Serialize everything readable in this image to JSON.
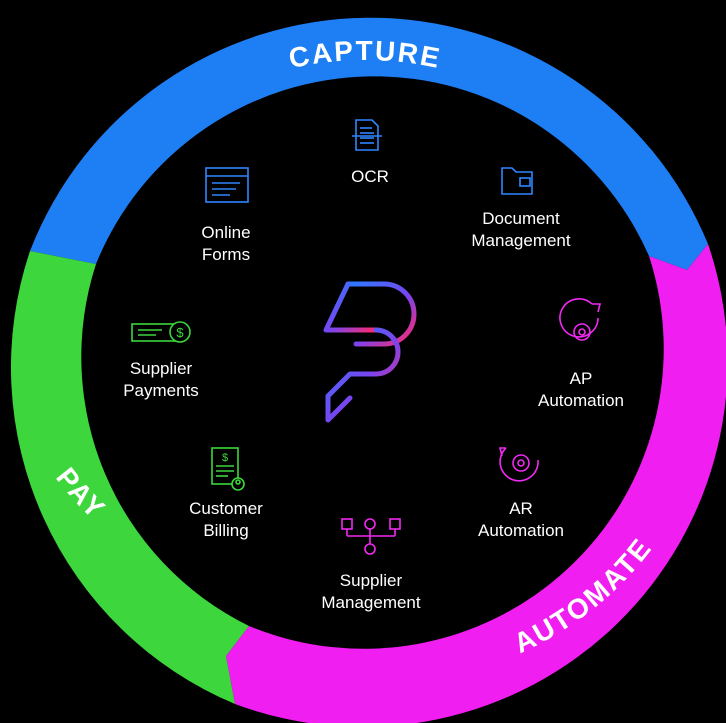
{
  "colors": {
    "background": "#000000",
    "capture": "#1E7FF5",
    "automate": "#F01EF0",
    "pay": "#3DD63D",
    "label": "#FFFFFF"
  },
  "segments": {
    "capture": "CAPTURE",
    "automate": "AUTOMATE",
    "pay": "PAY"
  },
  "items": [
    {
      "icon": "document-text-icon",
      "lines": [
        "OCR"
      ]
    },
    {
      "icon": "folder-icon",
      "lines": [
        "Document",
        "Management"
      ]
    },
    {
      "icon": "browser-form-icon",
      "lines": [
        "Online",
        "Forms"
      ]
    },
    {
      "icon": "cash-payment-icon",
      "lines": [
        "Supplier",
        "Payments"
      ]
    },
    {
      "icon": "gear-cycle-icon",
      "lines": [
        "AP",
        "Automation"
      ]
    },
    {
      "icon": "gear-cycle-icon",
      "lines": [
        "AR",
        "Automation"
      ]
    },
    {
      "icon": "invoice-person-icon",
      "lines": [
        "Customer",
        "Billing"
      ]
    },
    {
      "icon": "org-network-icon",
      "lines": [
        "Supplier",
        "Management"
      ]
    }
  ],
  "center_logo": "stylized-p-logo"
}
